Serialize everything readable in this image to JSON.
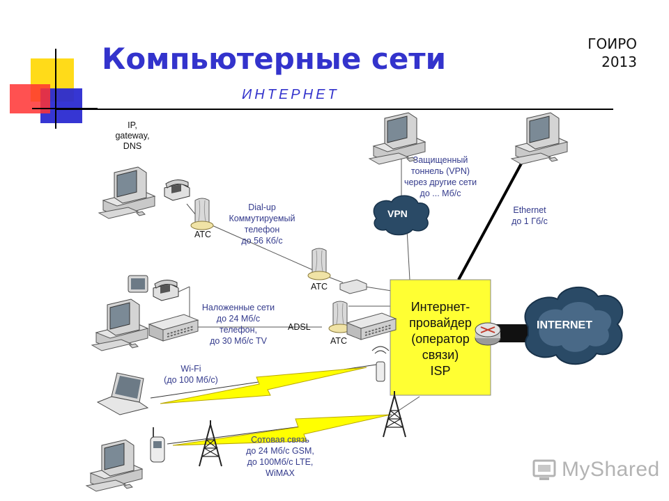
{
  "header": {
    "title": "Компьютерные сети",
    "subtitle": "ИНТЕРНЕТ",
    "org": "ГОИРО",
    "year": "2013"
  },
  "labels": {
    "ip_gateway": [
      "IP,",
      "gateway,",
      "DNS"
    ],
    "dialup": [
      "Dial-up",
      "Коммутируемый",
      "телефон",
      "до 56 Кб/с"
    ],
    "atc": "АТС",
    "overlay": [
      "Наложенные сети",
      "до 24 Мб/с",
      "телефон,",
      "до 30 Мб/с TV"
    ],
    "adsl": "ADSL",
    "wifi": [
      "Wi-Fi",
      "(до 100 Мб/с)"
    ],
    "cellular": [
      "Сотовая связь",
      "до 24 Мб/с GSM,",
      "до 100Мб/с LTE,",
      "WiMAX"
    ],
    "vpn_cloud": "VPN",
    "vpn_desc": [
      "Защищенный",
      "тоннель (VPN)",
      "через другие сети",
      "до ... Мб/с"
    ],
    "ethernet": [
      "Ethernet",
      "до 1 Гб/с"
    ],
    "isp": [
      "Интернет-",
      "провайдер",
      "(оператор",
      "связи)",
      "ISP"
    ],
    "internet": "INTERNET"
  },
  "colors": {
    "title": "#3333cc",
    "isp_box": "#ffff33",
    "lightning": "#ffff00",
    "cloud": "#2a4a66"
  },
  "watermark": "MyShared"
}
